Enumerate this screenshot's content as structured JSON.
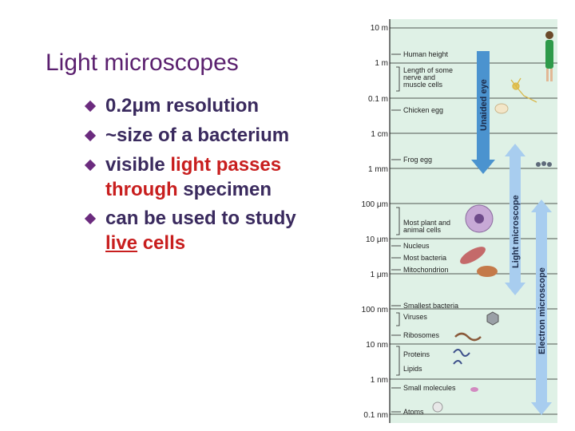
{
  "slide": {
    "title": "Light microscopes",
    "bullets": [
      {
        "part1": "0.2μm resolution"
      },
      {
        "part1": "~size of a bacterium"
      },
      {
        "part1": "visible ",
        "highlight1": "light passes",
        "line2_highlight": "through",
        "line2_rest": " specimen"
      },
      {
        "part1": "can be used to study",
        "underlined": "live",
        "rest": " cells"
      }
    ]
  },
  "scale_figure": {
    "ticks": [
      "10 m",
      "1 m",
      "0.1 m",
      "1 cm",
      "1 mm",
      "100 μm",
      "10 μm",
      "1 μm",
      "100 nm",
      "10 nm",
      "1 nm",
      "0.1 nm"
    ],
    "labels": [
      "Human height",
      "Length of some",
      "nerve and",
      "muscle cells",
      "Chicken egg",
      "Frog egg",
      "Most plant and",
      "animal cells",
      "Nucleus",
      "Most bacteria",
      "Mitochondrion",
      "Smallest bacteria",
      "Viruses",
      "Ribosomes",
      "Proteins",
      "Lipids",
      "Small molecules",
      "Atoms"
    ],
    "ranges": [
      "Unaided eye",
      "Light microscope",
      "Electron microscope"
    ],
    "colors": {
      "panel": "#dff1e6",
      "band": "#cde8d5",
      "arrow": "#4b93cf",
      "arrow_light": "#a8cdef",
      "title": "#5a1f6e",
      "bullet_text": "#3a2a5e",
      "highlight": "#c81e1e"
    }
  }
}
